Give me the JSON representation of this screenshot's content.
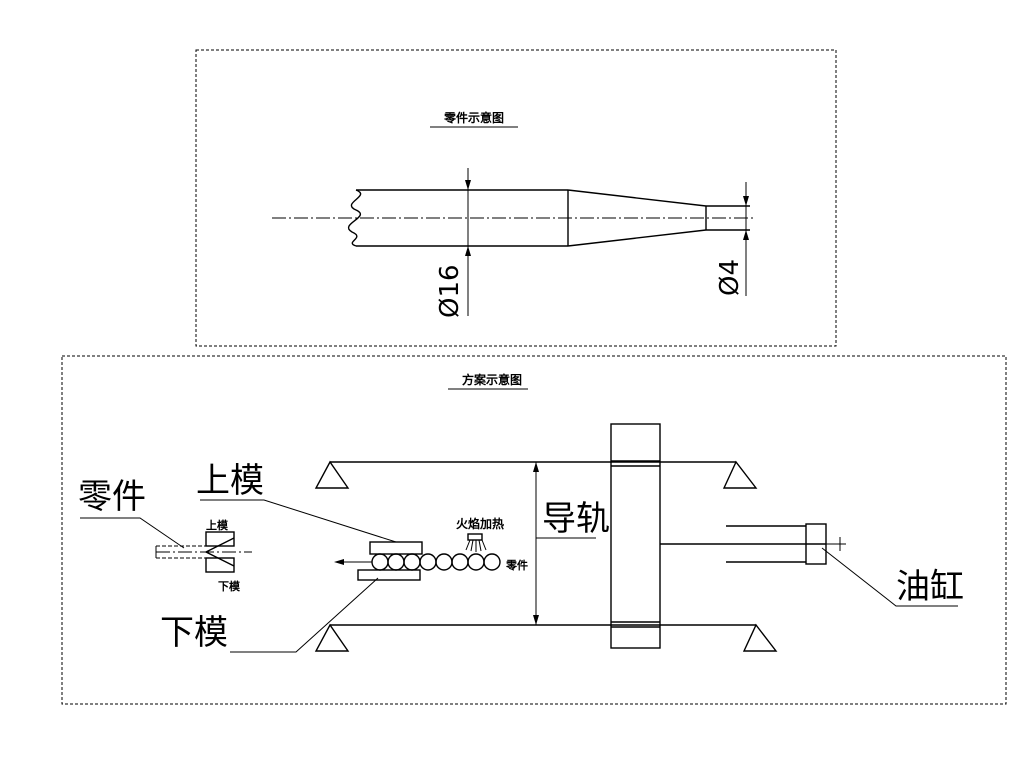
{
  "part_section": {
    "title": "零件示意图",
    "dim_large": "Ø16",
    "dim_small": "Ø4"
  },
  "scheme_section": {
    "title": "方案示意图",
    "labels": {
      "part": "零件",
      "upper_die": "上模",
      "lower_die": "下模",
      "upper_die_small": "上模",
      "lower_die_small": "下模",
      "flame_heating": "火焰加热",
      "part_small": "零件",
      "guide_rail": "导轨",
      "cylinder": "油缸"
    }
  }
}
